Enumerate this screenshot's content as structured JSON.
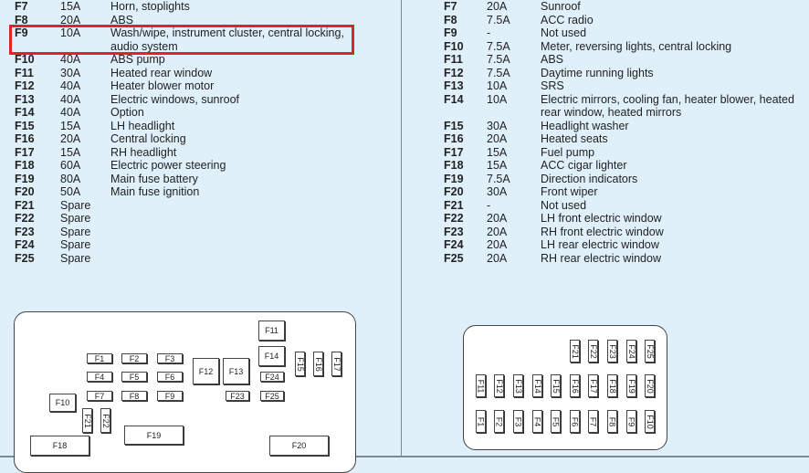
{
  "left_table": {
    "rows": [
      {
        "id": "F7",
        "amp": "15A",
        "desc": "Horn, stoplights"
      },
      {
        "id": "F8",
        "amp": "20A",
        "desc": "ABS"
      },
      {
        "id": "F9",
        "amp": "10A",
        "desc": "Wash/wipe, instrument cluster, central locking, audio system",
        "highlighted": true
      },
      {
        "id": "F10",
        "amp": "40A",
        "desc": "ABS pump"
      },
      {
        "id": "F11",
        "amp": "30A",
        "desc": "Heated rear window"
      },
      {
        "id": "F12",
        "amp": "40A",
        "desc": "Heater blower motor"
      },
      {
        "id": "F13",
        "amp": "40A",
        "desc": "Electric windows, sunroof"
      },
      {
        "id": "F14",
        "amp": "40A",
        "desc": "Option"
      },
      {
        "id": "F15",
        "amp": "15A",
        "desc": "LH headlight"
      },
      {
        "id": "F16",
        "amp": "20A",
        "desc": "Central locking"
      },
      {
        "id": "F17",
        "amp": "15A",
        "desc": "RH headlight"
      },
      {
        "id": "F18",
        "amp": "60A",
        "desc": "Electric power steering"
      },
      {
        "id": "F19",
        "amp": "80A",
        "desc": "Main fuse battery"
      },
      {
        "id": "F20",
        "amp": "50A",
        "desc": "Main fuse ignition"
      },
      {
        "id": "F21",
        "amp": "Spare",
        "desc": ""
      },
      {
        "id": "F22",
        "amp": "Spare",
        "desc": ""
      },
      {
        "id": "F23",
        "amp": "Spare",
        "desc": ""
      },
      {
        "id": "F24",
        "amp": "Spare",
        "desc": ""
      },
      {
        "id": "F25",
        "amp": "Spare",
        "desc": ""
      }
    ]
  },
  "right_table": {
    "rows": [
      {
        "id": "F7",
        "amp": "20A",
        "desc": "Sunroof"
      },
      {
        "id": "F8",
        "amp": "7.5A",
        "desc": "ACC radio"
      },
      {
        "id": "F9",
        "amp": "-",
        "desc": "Not used"
      },
      {
        "id": "F10",
        "amp": "7.5A",
        "desc": "Meter, reversing lights, central locking"
      },
      {
        "id": "F11",
        "amp": "7.5A",
        "desc": "ABS"
      },
      {
        "id": "F12",
        "amp": "7.5A",
        "desc": "Daytime running lights"
      },
      {
        "id": "F13",
        "amp": "10A",
        "desc": "SRS"
      },
      {
        "id": "F14",
        "amp": "10A",
        "desc": "Electric mirrors, cooling fan, heater blower, heated rear window, heated mirrors"
      },
      {
        "id": "F15",
        "amp": "30A",
        "desc": "Headlight washer"
      },
      {
        "id": "F16",
        "amp": "20A",
        "desc": "Heated seats"
      },
      {
        "id": "F17",
        "amp": "15A",
        "desc": "Fuel pump"
      },
      {
        "id": "F18",
        "amp": "15A",
        "desc": "ACC cigar lighter"
      },
      {
        "id": "F19",
        "amp": "7.5A",
        "desc": "Direction indicators"
      },
      {
        "id": "F20",
        "amp": "30A",
        "desc": "Front wiper"
      },
      {
        "id": "F21",
        "amp": "-",
        "desc": "Not used"
      },
      {
        "id": "F22",
        "amp": "20A",
        "desc": "LH front electric window"
      },
      {
        "id": "F23",
        "amp": "20A",
        "desc": "RH front electric window"
      },
      {
        "id": "F24",
        "amp": "20A",
        "desc": "LH rear electric window"
      },
      {
        "id": "F25",
        "amp": "20A",
        "desc": "RH rear electric window"
      }
    ]
  },
  "engine_box": {
    "fuses": [
      "F1",
      "F2",
      "F3",
      "F4",
      "F5",
      "F6",
      "F7",
      "F8",
      "F9",
      "F10",
      "F11",
      "F12",
      "F13",
      "F14",
      "F15",
      "F16",
      "F17",
      "F18",
      "F19",
      "F20",
      "F21",
      "F22",
      "F23",
      "F24",
      "F25"
    ]
  },
  "interior_box": {
    "fuses": [
      "F1",
      "F2",
      "F3",
      "F4",
      "F5",
      "F6",
      "F7",
      "F8",
      "F9",
      "F10",
      "F11",
      "F12",
      "F13",
      "F14",
      "F15",
      "F16",
      "F17",
      "F18",
      "F19",
      "F20",
      "F21",
      "F22",
      "F23",
      "F24",
      "F25"
    ]
  },
  "colors": {
    "background": "#dff0fb",
    "highlight": "#e32129",
    "divider": "#7d8a95"
  }
}
